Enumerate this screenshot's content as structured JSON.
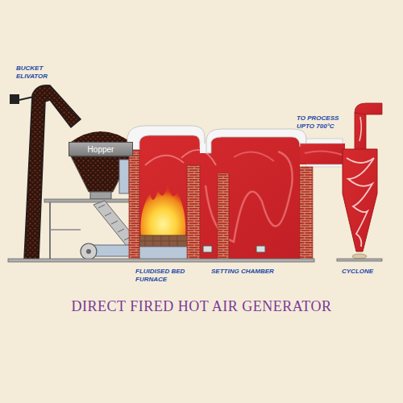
{
  "diagram": {
    "title": "DIRECT FIRED HOT AIR GENERATOR",
    "nodes": [
      {
        "text": [
          "Hopper"
        ]
      }
    ],
    "labels": [
      "BUCKET ELIVATOR",
      "TO PROCESS UPTO 700°C",
      "FLUIDISED BED FURNACE",
      "SETTING CHAMBER",
      "CYCLONE"
    ]
  }
}
